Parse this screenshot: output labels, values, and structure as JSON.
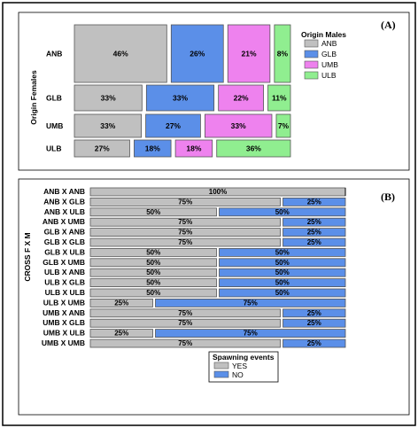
{
  "chart_data": [
    {
      "type": "mosaic",
      "panel_tag": "(A)",
      "ylabel": "Origin Females",
      "legend": {
        "title": "Origin Males",
        "placement": "right",
        "entries": [
          {
            "name": "ANB",
            "color": "#c0c0c0"
          },
          {
            "name": "GLB",
            "color": "#5b8fe8"
          },
          {
            "name": "UMB",
            "color": "#ee82ee"
          },
          {
            "name": "ULB",
            "color": "#90ee90"
          }
        ]
      },
      "rows": [
        {
          "label": "ANB",
          "values": [
            46,
            26,
            21,
            8
          ],
          "labels": [
            "46%",
            "26%",
            "21%",
            "8%"
          ]
        },
        {
          "label": "GLB",
          "values": [
            33,
            33,
            22,
            11
          ],
          "labels": [
            "33%",
            "33%",
            "22%",
            "11%"
          ]
        },
        {
          "label": "UMB",
          "values": [
            33,
            27,
            33,
            7
          ],
          "labels": [
            "33%",
            "27%",
            "33%",
            "7%"
          ]
        },
        {
          "label": "ULB",
          "values": [
            27,
            18,
            18,
            36
          ],
          "labels": [
            "27%",
            "18%",
            "18%",
            "36%"
          ]
        }
      ]
    },
    {
      "type": "bar",
      "stacked": true,
      "orientation": "horizontal",
      "panel_tag": "(B)",
      "ylabel": "CROSS F X M",
      "legend": {
        "title": "Spawning events",
        "placement": "bottom-center",
        "entries": [
          {
            "name": "YES",
            "color": "#c0c0c0"
          },
          {
            "name": "NO",
            "color": "#5b8fe8"
          }
        ]
      },
      "categories": [
        "ANB X ANB",
        "ANB X GLB",
        "ANB X ULB",
        "ANB X UMB",
        "GLB X ANB",
        "GLB X GLB",
        "GLB X ULB",
        "GLB X UMB",
        "ULB X ANB",
        "ULB X GLB",
        "ULB X ULB",
        "ULB X UMB",
        "UMB X ANB",
        "UMB X GLB",
        "UMB X ULB",
        "UMB X UMB"
      ],
      "series": [
        {
          "name": "YES",
          "values": [
            100,
            75,
            50,
            75,
            75,
            75,
            50,
            50,
            50,
            50,
            50,
            25,
            75,
            75,
            25,
            75
          ],
          "labels": [
            "100%",
            "75%",
            "50%",
            "75%",
            "75%",
            "75%",
            "50%",
            "50%",
            "50%",
            "50%",
            "50%",
            "25%",
            "75%",
            "75%",
            "25%",
            "75%"
          ]
        },
        {
          "name": "NO",
          "values": [
            0,
            25,
            50,
            25,
            25,
            25,
            50,
            50,
            50,
            50,
            50,
            75,
            25,
            25,
            75,
            25
          ],
          "labels": [
            "",
            "25%",
            "50%",
            "25%",
            "25%",
            "25%",
            "50%",
            "50%",
            "50%",
            "50%",
            "50%",
            "75%",
            "25%",
            "25%",
            "75%",
            "25%"
          ]
        }
      ]
    }
  ]
}
